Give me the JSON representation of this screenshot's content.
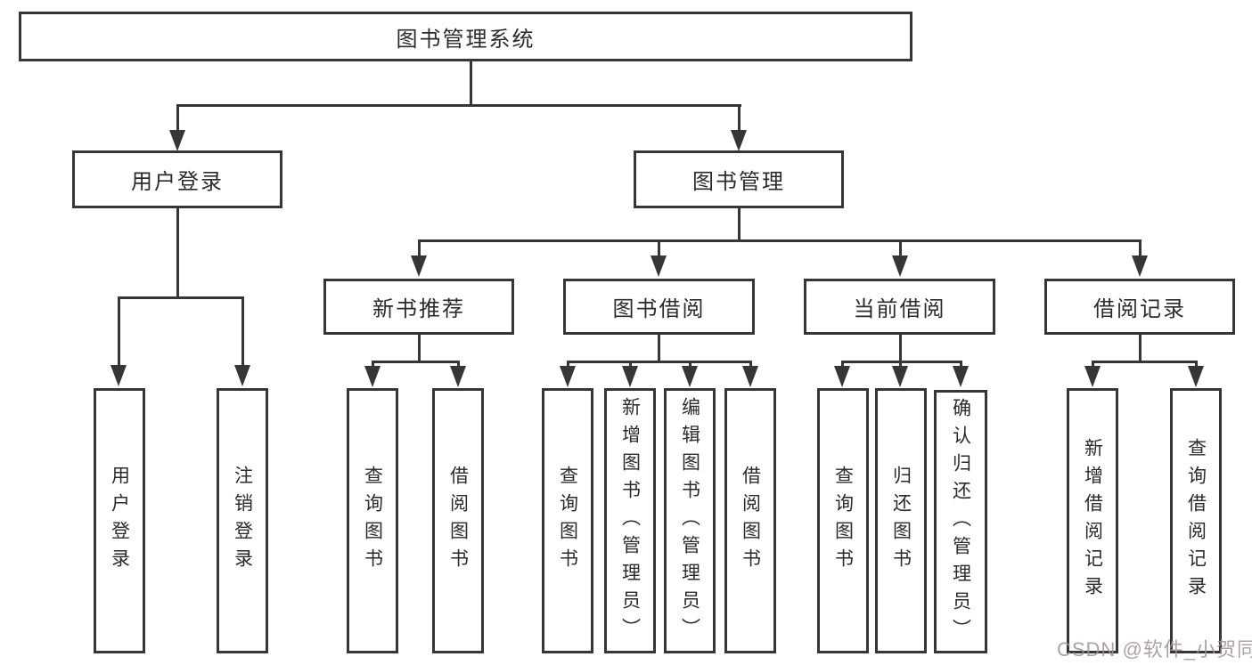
{
  "tree": {
    "label": "图书管理系统",
    "children": [
      {
        "label": "用户登录",
        "children": [
          {
            "label": "用户登录"
          },
          {
            "label": "注销登录"
          }
        ]
      },
      {
        "label": "图书管理",
        "children": [
          {
            "label": "新书推荐",
            "children": [
              {
                "label": "查询图书"
              },
              {
                "label": "借阅图书"
              }
            ]
          },
          {
            "label": "图书借阅",
            "children": [
              {
                "label": "查询图书"
              },
              {
                "label": "新增图书（管理员）"
              },
              {
                "label": "编辑图书（管理员）"
              },
              {
                "label": "借阅图书"
              }
            ]
          },
          {
            "label": "当前借阅",
            "children": [
              {
                "label": "查询图书"
              },
              {
                "label": "归还图书"
              },
              {
                "label": "确认归还（管理员）"
              }
            ]
          },
          {
            "label": "借阅记录",
            "children": [
              {
                "label": "新增借阅记录"
              },
              {
                "label": "查询借阅记录"
              }
            ]
          }
        ]
      }
    ]
  },
  "watermark": {
    "text": "CSDN @软件_小贺同学"
  },
  "colors": {
    "line": "#363636",
    "text": "#2b2b2b",
    "background": "#ffffff",
    "watermark_gray": "#9e9292"
  }
}
